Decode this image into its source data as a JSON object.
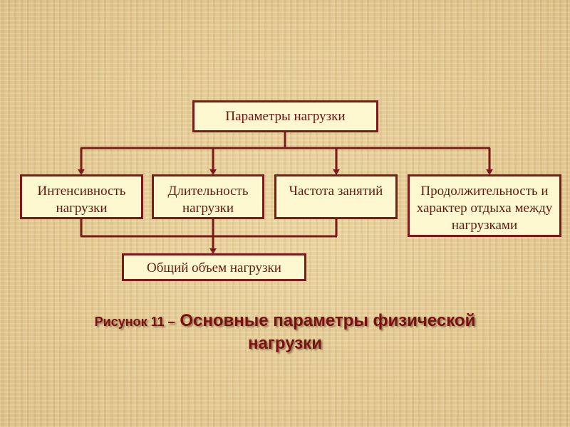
{
  "diagram": {
    "root": "Параметры нагрузки",
    "children": [
      "Интенсивность нагрузки",
      "Длительность нагрузки",
      "Частота занятий",
      "Продолжительность и характер отдыха между нагрузками"
    ],
    "result": "Общий объем нагрузки"
  },
  "caption": {
    "prefix": "Рисунок 11 –",
    "title_line1": "Основные параметры физической",
    "title_line2": "нагрузки"
  },
  "colors": {
    "line": "#7b1a18",
    "box_fill": "#fdf8cf",
    "text": "#6e1512"
  }
}
